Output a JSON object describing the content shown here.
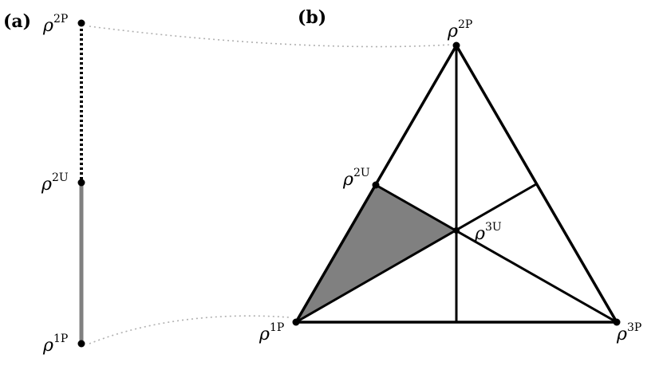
{
  "panels": {
    "a": {
      "label": "(a)"
    },
    "b": {
      "label": "(b)"
    }
  },
  "symbol": "ρ",
  "panel_a": {
    "points": [
      {
        "id": "top",
        "superscript": "2P"
      },
      {
        "id": "mid",
        "superscript": "2U"
      },
      {
        "id": "bottom",
        "superscript": "1P"
      }
    ]
  },
  "panel_b": {
    "points": [
      {
        "id": "apex",
        "superscript": "2P"
      },
      {
        "id": "left-mid",
        "superscript": "2U"
      },
      {
        "id": "center",
        "superscript": "3U"
      },
      {
        "id": "bottom-left",
        "superscript": "1P"
      },
      {
        "id": "bottom-right",
        "superscript": "3P"
      }
    ]
  },
  "colors": {
    "line": "#000000",
    "shaded_region": "#808080",
    "gray_segment": "#808080",
    "connector": "#b0b0b0"
  }
}
